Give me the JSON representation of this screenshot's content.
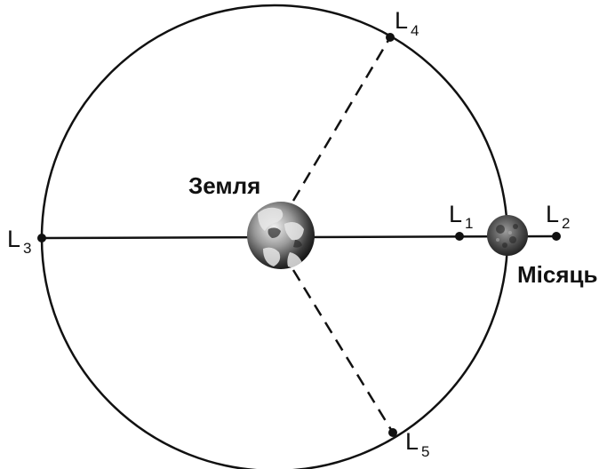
{
  "bodies": {
    "earth": {
      "label": "Земля"
    },
    "moon": {
      "label": "Місяць"
    }
  },
  "points": [
    {
      "id": "L1",
      "letter": "L",
      "index": "1"
    },
    {
      "id": "L2",
      "letter": "L",
      "index": "2"
    },
    {
      "id": "L3",
      "letter": "L",
      "index": "3"
    },
    {
      "id": "L4",
      "letter": "L",
      "index": "4"
    },
    {
      "id": "L5",
      "letter": "L",
      "index": "5"
    }
  ],
  "colors": {
    "ink": "#111111",
    "background": "#ffffff"
  }
}
